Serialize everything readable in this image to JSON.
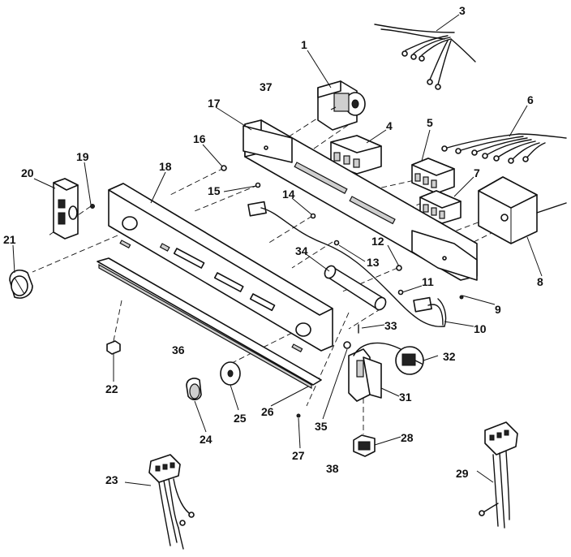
{
  "diagram": {
    "callouts": [
      {
        "id": "c1",
        "label": "1"
      },
      {
        "id": "c3",
        "label": "3"
      },
      {
        "id": "c4",
        "label": "4"
      },
      {
        "id": "c5",
        "label": "5"
      },
      {
        "id": "c6",
        "label": "6"
      },
      {
        "id": "c7",
        "label": "7"
      },
      {
        "id": "c8",
        "label": "8"
      },
      {
        "id": "c9",
        "label": "9"
      },
      {
        "id": "c10",
        "label": "10"
      },
      {
        "id": "c11",
        "label": "11"
      },
      {
        "id": "c12",
        "label": "12"
      },
      {
        "id": "c13",
        "label": "13"
      },
      {
        "id": "c14",
        "label": "14"
      },
      {
        "id": "c15",
        "label": "15"
      },
      {
        "id": "c16",
        "label": "16"
      },
      {
        "id": "c17",
        "label": "17"
      },
      {
        "id": "c18",
        "label": "18"
      },
      {
        "id": "c19",
        "label": "19"
      },
      {
        "id": "c20",
        "label": "20"
      },
      {
        "id": "c21",
        "label": "21"
      },
      {
        "id": "c22",
        "label": "22"
      },
      {
        "id": "c23",
        "label": "23"
      },
      {
        "id": "c24",
        "label": "24"
      },
      {
        "id": "c25",
        "label": "25"
      },
      {
        "id": "c26",
        "label": "26"
      },
      {
        "id": "c27",
        "label": "27"
      },
      {
        "id": "c28",
        "label": "28"
      },
      {
        "id": "c29",
        "label": "29"
      },
      {
        "id": "c31",
        "label": "31"
      },
      {
        "id": "c32",
        "label": "32"
      },
      {
        "id": "c33",
        "label": "33"
      },
      {
        "id": "c34",
        "label": "34"
      },
      {
        "id": "c35",
        "label": "35"
      },
      {
        "id": "c36",
        "label": "36"
      },
      {
        "id": "c37",
        "label": "37"
      },
      {
        "id": "c38",
        "label": "38"
      }
    ]
  }
}
